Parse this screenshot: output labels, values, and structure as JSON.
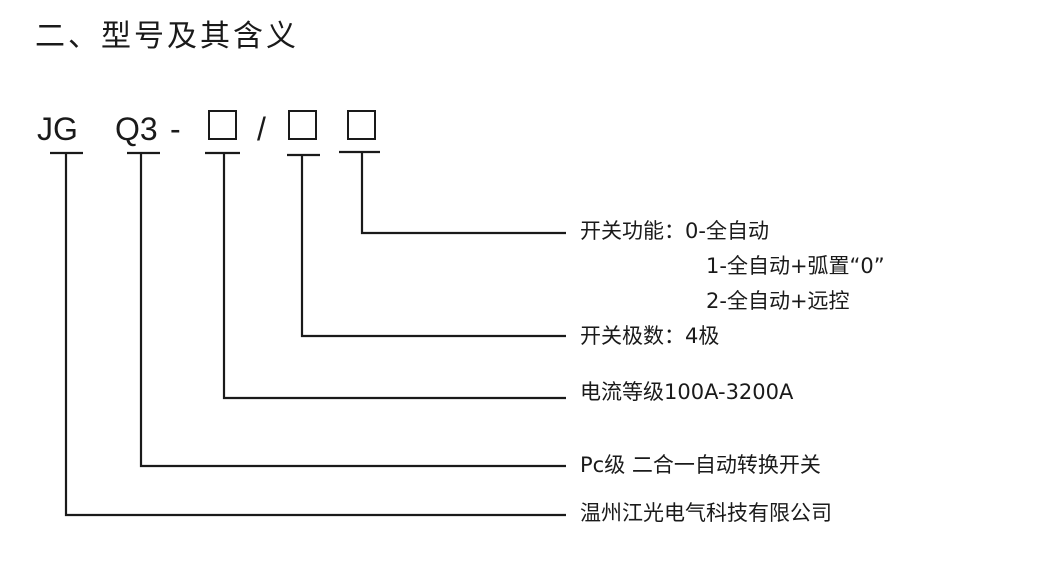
{
  "title": "二、型号及其含义",
  "model_code": {
    "parts": [
      "JG",
      "Q3",
      "-",
      "/"
    ],
    "placeholder_boxes": 3
  },
  "meanings": {
    "function": {
      "label": "开关功能：0-全自动",
      "options": [
        "1-全自动+弧置“0”",
        "2-全自动+远控"
      ]
    },
    "poles": "开关极数：4极",
    "current": "电流等级100A-3200A",
    "type": "Pc级 二合一自动转换开关",
    "company": "温州江光电气科技有限公司"
  }
}
